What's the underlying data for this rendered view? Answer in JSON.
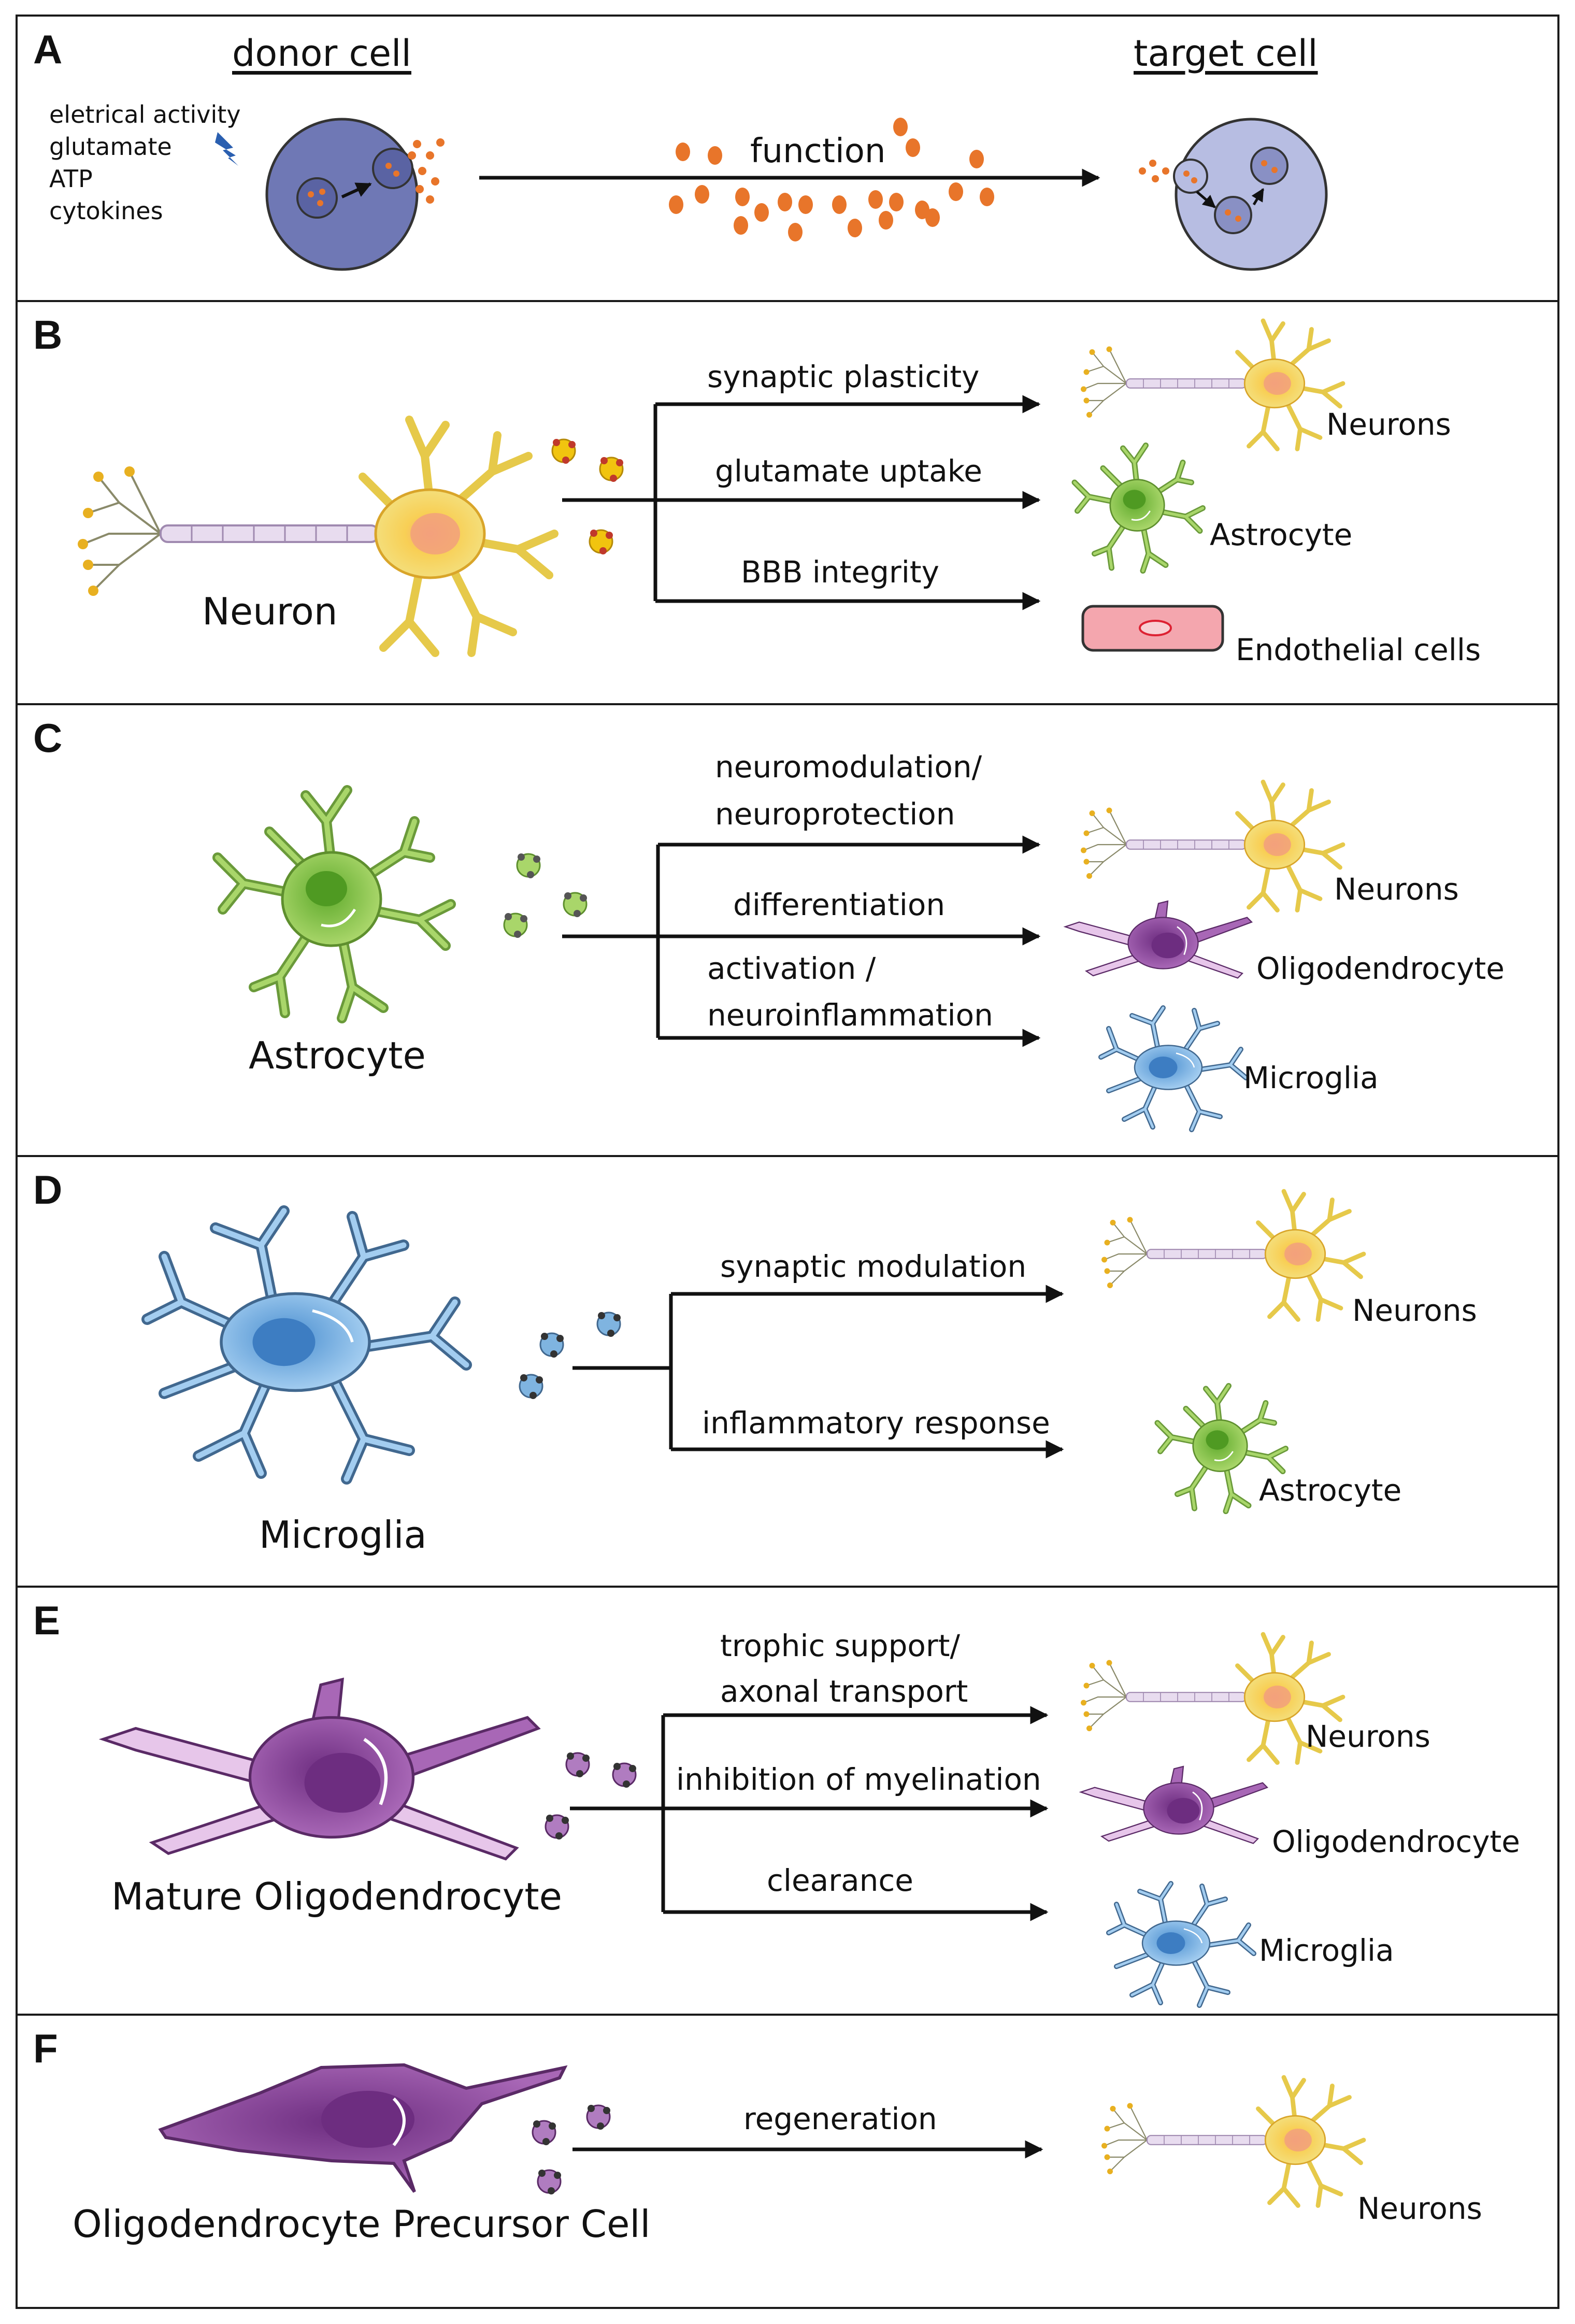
{
  "panels": {
    "A": {
      "label": "A",
      "donor_heading": "donor cell",
      "target_heading": "target cell",
      "stimuli": [
        "eletrical activity",
        "glutamate",
        "ATP",
        "cytokines"
      ],
      "arrow_label": "function"
    },
    "B": {
      "label": "B",
      "source_cell": "Neuron",
      "branches": [
        {
          "function": "synaptic plasticity",
          "target": "Neurons"
        },
        {
          "function": "glutamate uptake",
          "target": "Astrocyte"
        },
        {
          "function": "BBB integrity",
          "target": "Endothelial cells"
        }
      ]
    },
    "C": {
      "label": "C",
      "source_cell": "Astrocyte",
      "branches": [
        {
          "function_line1": "neuromodulation/",
          "function_line2": "neuroprotection",
          "target": "Neurons"
        },
        {
          "function": "differentiation",
          "target": "Oligodendrocyte"
        },
        {
          "function_line1": "activation /",
          "function_line2": "neuroinflammation",
          "target": "Microglia"
        }
      ]
    },
    "D": {
      "label": "D",
      "source_cell": "Microglia",
      "branches": [
        {
          "function": "synaptic modulation",
          "target": "Neurons"
        },
        {
          "function": "inflammatory response",
          "target": "Astrocyte"
        }
      ]
    },
    "E": {
      "label": "E",
      "source_cell": "Mature Oligodendrocyte",
      "branches": [
        {
          "function_line1": "trophic support/",
          "function_line2": "axonal transport",
          "target": "Neurons"
        },
        {
          "function": "inhibition of myelination",
          "target": "Oligodendrocyte"
        },
        {
          "function": "clearance",
          "target": "Microglia"
        }
      ]
    },
    "F": {
      "label": "F",
      "source_cell": "Oligodendrocyte Precursor Cell",
      "branches": [
        {
          "function": "regeneration",
          "target": "Neurons"
        }
      ]
    }
  },
  "colors": {
    "neuron": "#f5d442",
    "astrocyte": "#8cc63f",
    "microglia": "#7fb4e0",
    "oligodendrocyte": "#8e4a9e",
    "endothelial": "#f4a6ae",
    "vesicle_orange": "#e8752a",
    "donor_cell": "#6f78b5",
    "target_cell": "#b7bde2"
  }
}
